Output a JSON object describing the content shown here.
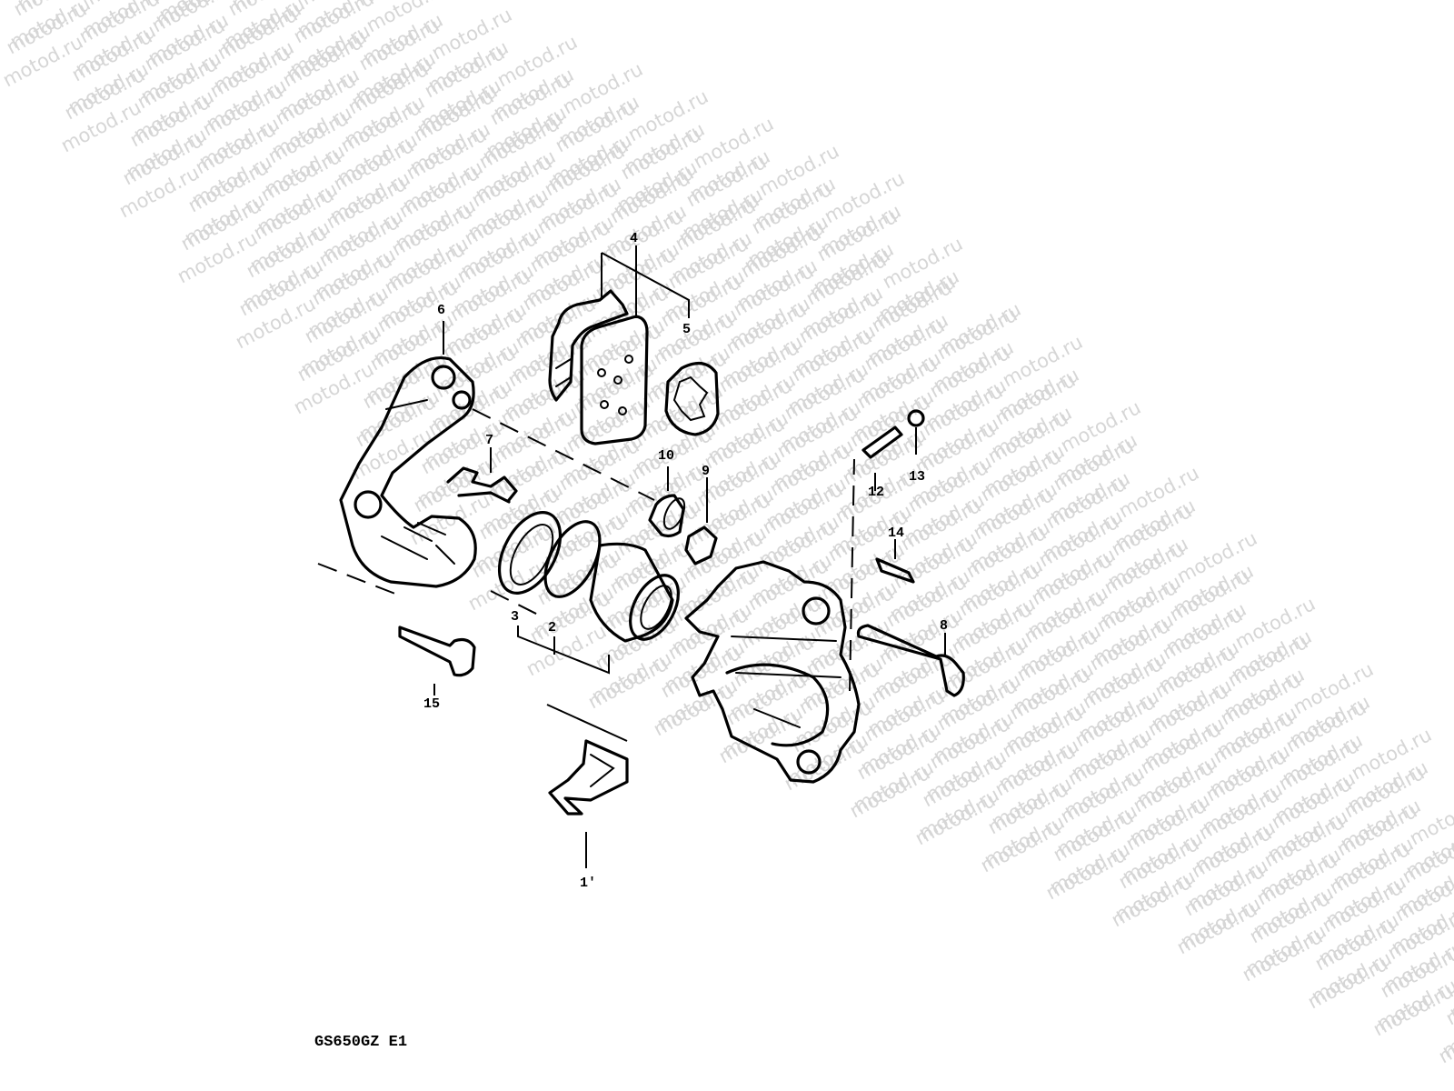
{
  "diagram": {
    "watermark_text": "motod.ru",
    "model_code": "GS650GZ E1",
    "callouts": [
      {
        "id": "1",
        "label": "1'"
      },
      {
        "id": "2",
        "label": "2"
      },
      {
        "id": "3",
        "label": "3"
      },
      {
        "id": "4",
        "label": "4"
      },
      {
        "id": "5",
        "label": "5"
      },
      {
        "id": "6",
        "label": "6"
      },
      {
        "id": "7",
        "label": "7"
      },
      {
        "id": "8",
        "label": "8"
      },
      {
        "id": "9",
        "label": "9"
      },
      {
        "id": "10",
        "label": "10"
      },
      {
        "id": "12",
        "label": "12"
      },
      {
        "id": "13",
        "label": "13"
      },
      {
        "id": "14",
        "label": "14"
      },
      {
        "id": "15",
        "label": "15"
      }
    ]
  }
}
